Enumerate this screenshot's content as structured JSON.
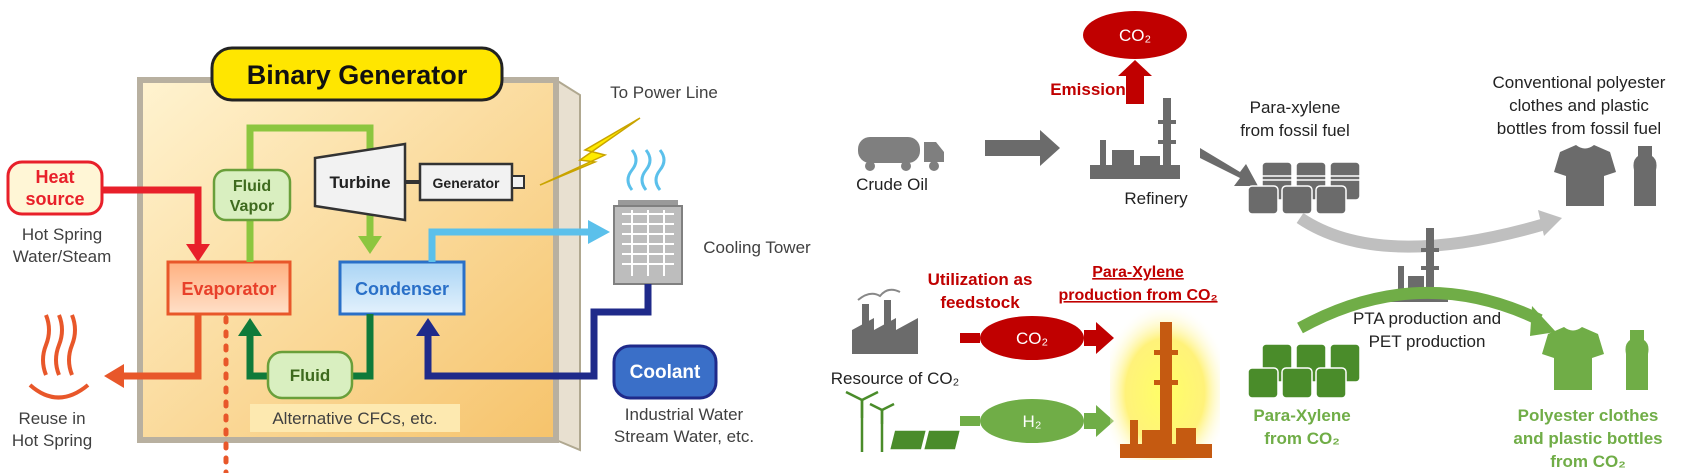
{
  "left_panel": {
    "title": "Binary Generator",
    "heat_source": [
      "Heat",
      "source"
    ],
    "hot_spring": [
      "Hot Spring",
      "Water/Steam"
    ],
    "reuse": [
      "Reuse in",
      "Hot Spring"
    ],
    "fluid_vapor": [
      "Fluid",
      "Vapor"
    ],
    "turbine": "Turbine",
    "generator": "Generator",
    "to_power_line": "To Power Line",
    "cooling_tower": "Cooling Tower",
    "evaporator": "Evaporator",
    "condenser": "Condenser",
    "fluid": "Fluid",
    "alt_cfcs": "Alternative CFCs, etc.",
    "coolant": "Coolant",
    "industrial_water": [
      "Industrial Water",
      "Stream Water, etc."
    ]
  },
  "right_panel": {
    "co2_top": "CO₂",
    "emission": "Emission",
    "crude_oil": "Crude Oil",
    "refinery": "Refinery",
    "para_xylene_fossil": [
      "Para-xylene",
      "from fossil fuel"
    ],
    "conventional": [
      "Conventional polyester",
      "clothes and plastic",
      "bottles from fossil fuel"
    ],
    "utilization": [
      "Utilization as",
      "feedstock"
    ],
    "px_production": [
      "Para-Xylene",
      "production from CO₂"
    ],
    "resource_co2": "Resource of CO₂",
    "co2_mid": "CO₂",
    "h2": "H₂",
    "pta": [
      "PTA production and",
      "PET production"
    ],
    "para_xylene_co2": [
      "Para-Xylene",
      "from CO₂"
    ],
    "polyester_co2": [
      "Polyester clothes",
      "and plastic bottles",
      "from CO₂"
    ]
  },
  "colors": {
    "heat_red": "#e8202a",
    "evaporator_orange": "#e8572a",
    "green_light": "#8cc63f",
    "green_dark": "#0f7a3a",
    "sky_blue": "#5bc0eb",
    "navy": "#1f2a8a",
    "yellow_title": "#ffe600",
    "co2_red": "#c00000",
    "h2_green": "#70ad47",
    "gray_icon": "#6b6b6b",
    "refinery_orange": "#c55a11"
  }
}
